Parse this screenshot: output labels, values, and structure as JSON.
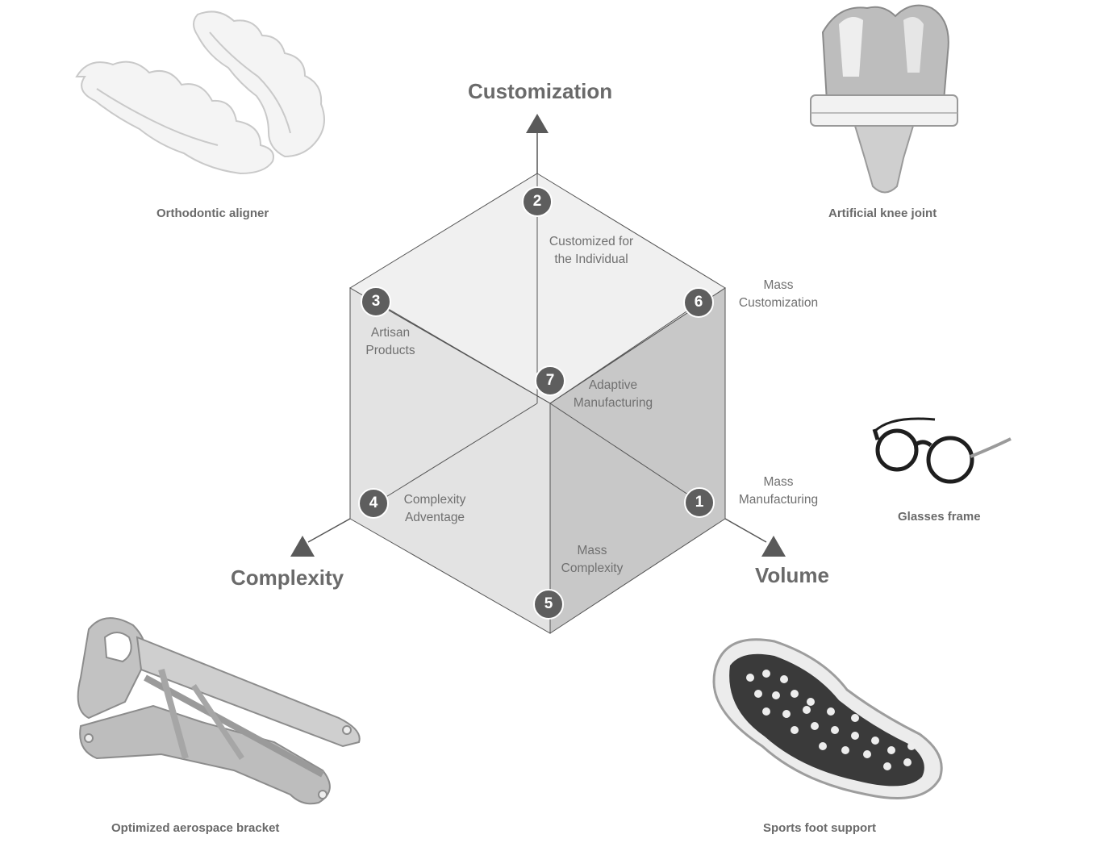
{
  "axes": {
    "customization": "Customization",
    "complexity": "Complexity",
    "volume": "Volume"
  },
  "regions": [
    {
      "number": "1",
      "label": "Mass\nManufacturing"
    },
    {
      "number": "2",
      "label": "Customized for\nthe Individual"
    },
    {
      "number": "3",
      "label": "Artisan\nProducts"
    },
    {
      "number": "4",
      "label": "Complexity\nAdventage"
    },
    {
      "number": "5",
      "label": "Mass\nComplexity"
    },
    {
      "number": "6",
      "label": "Mass\nCustomization"
    },
    {
      "number": "7",
      "label": "Adaptive\nManufacturing"
    }
  ],
  "examples": {
    "aligner": "Orthodontic aligner",
    "knee": "Artificial knee joint",
    "glasses": "Glasses frame",
    "bracket": "Optimized aerospace bracket",
    "foot": "Sports foot support"
  },
  "colors": {
    "badge": "#5e5e5e",
    "face_top": "#f0f0f0",
    "face_left": "#e4e4e4",
    "face_right": "#c9c9c9",
    "axis": "#5a5a5a"
  },
  "icons": [
    "aligner-image",
    "knee-joint-image",
    "glasses-image",
    "aerospace-bracket-image",
    "foot-support-image"
  ]
}
